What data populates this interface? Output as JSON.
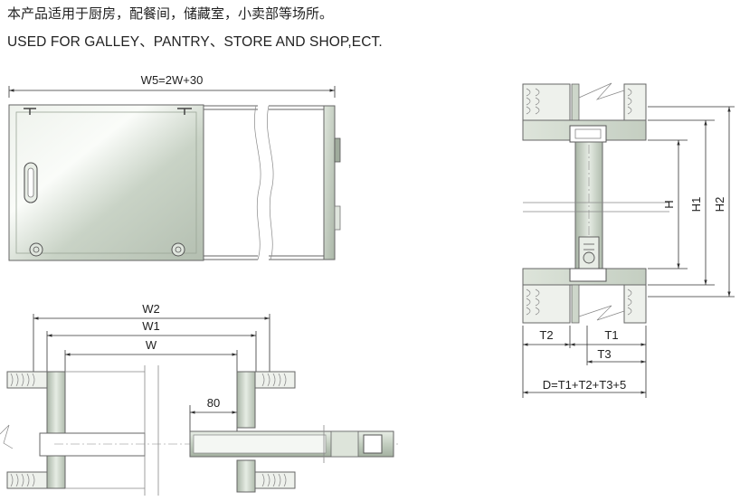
{
  "header": {
    "caption_cn": "本产品适用于厨房，配餐间，储藏室，小卖部等场所。",
    "caption_en": "USED FOR GALLEY、PANTRY、STORE AND SHOP,ECT."
  },
  "elevation": {
    "width_label": "W5=2W+30"
  },
  "plan": {
    "w2_label": "W2",
    "w1_label": "W1",
    "w_label": "W",
    "gap_label": "80"
  },
  "section": {
    "h_label": "H",
    "h1_label": "H1",
    "h2_label": "H2",
    "t2_label": "T2",
    "t1_label": "T1",
    "t3_label": "T3",
    "d_label": "D=T1+T2+T3+5"
  },
  "colors": {
    "panel_light": "#f4f7f3",
    "panel_mid": "#cfd8cd",
    "panel_dark": "#a9b5a6",
    "outline": "#666666",
    "text": "#222222"
  }
}
